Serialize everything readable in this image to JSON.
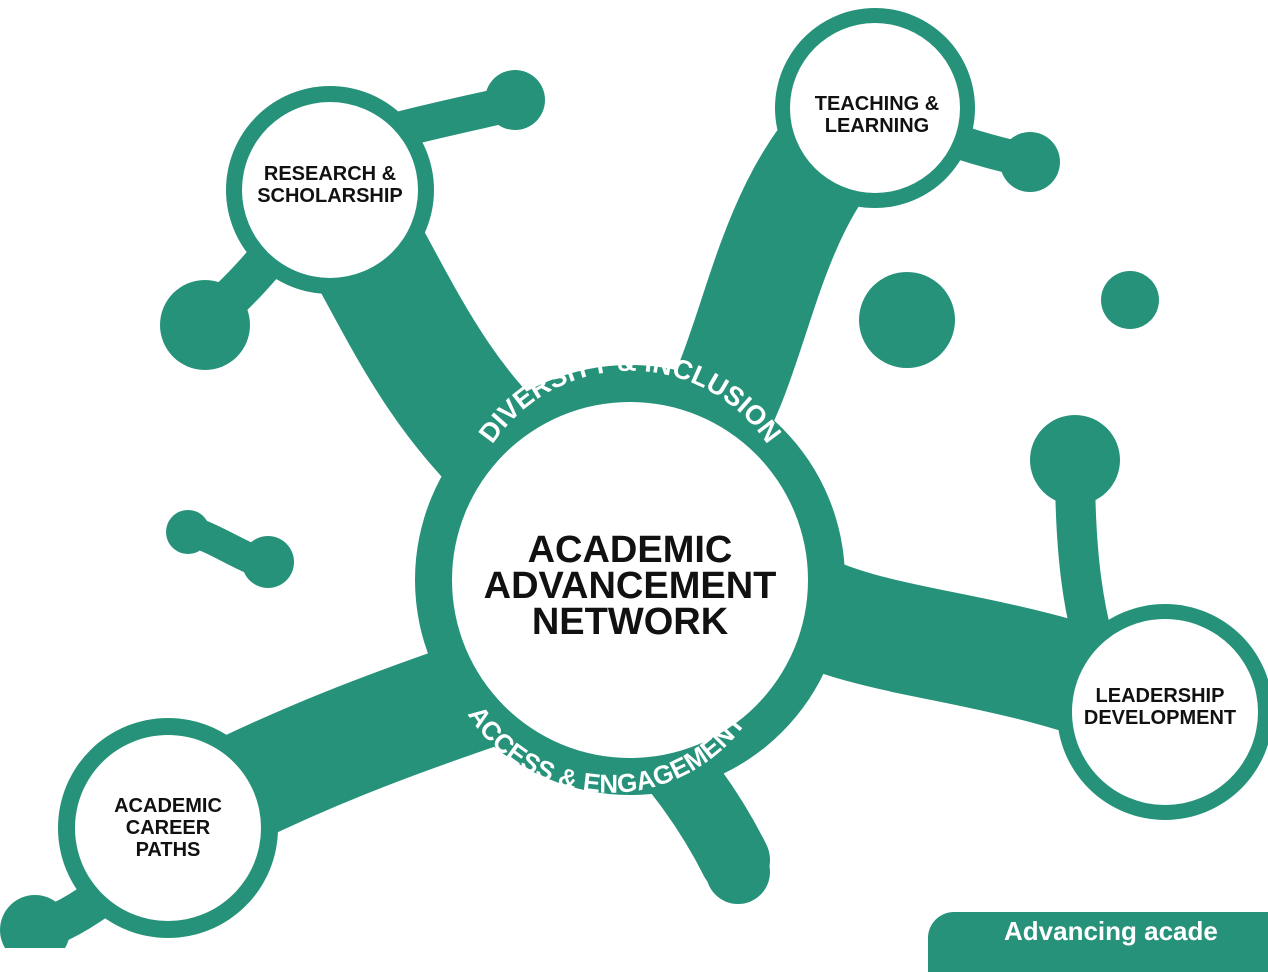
{
  "colors": {
    "accent": "#26927a",
    "node_fill": "#ffffff",
    "text": "#111111",
    "ring_text": "#ffffff"
  },
  "center": {
    "line1": "ACADEMIC",
    "line2": "ADVANCEMENT",
    "line3": "NETWORK"
  },
  "ring": {
    "top": "DIVERSITY & INCLUSION",
    "bottom": "ACCESS & ENGAGEMENT"
  },
  "nodes": {
    "research": {
      "line1": "RESEARCH &",
      "line2": "SCHOLARSHIP"
    },
    "teaching": {
      "line1": "TEACHING &",
      "line2": "LEARNING"
    },
    "leadership": {
      "line1": "LEADERSHIP",
      "line2": "DEVELOPMENT"
    },
    "career": {
      "line1": "ACADEMIC",
      "line2": "CAREER",
      "line3": "PATHS"
    }
  },
  "tagline": "Advancing acade"
}
